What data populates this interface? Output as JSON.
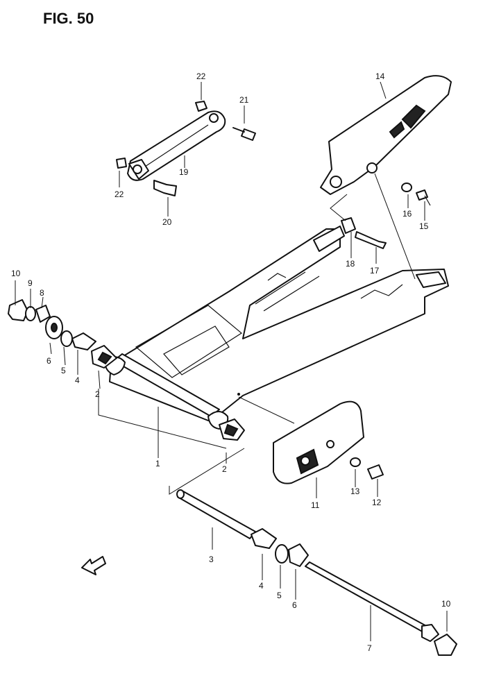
{
  "figure": {
    "title": "FIG. 50"
  },
  "callouts": {
    "c1": "1",
    "c2a": "2",
    "c2b": "2",
    "c3": "3",
    "c4a": "4",
    "c4b": "4",
    "c5a": "5",
    "c5b": "5",
    "c6a": "6",
    "c6b": "6",
    "c7": "7",
    "c8": "8",
    "c9": "9",
    "c10a": "10",
    "c10b": "10",
    "c11": "11",
    "c12": "12",
    "c13": "13",
    "c14": "14",
    "c15": "15",
    "c16": "16",
    "c17": "17",
    "c18": "18",
    "c19": "19",
    "c20": "20",
    "c21": "21",
    "c22a": "22",
    "c22b": "22"
  },
  "icons": {
    "direction_arrow": "arrow-left-icon"
  }
}
